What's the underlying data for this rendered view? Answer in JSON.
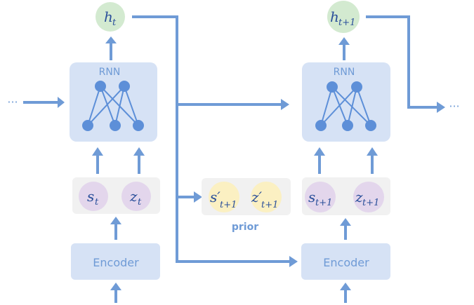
{
  "left_cell": {
    "hidden": {
      "base": "h",
      "sub": "t"
    },
    "rnn_label": "RNN",
    "state_s": {
      "base": "s",
      "sub": "t"
    },
    "state_z": {
      "base": "z",
      "sub": "t"
    },
    "encoder_label": "Encoder",
    "input_ellipsis": "···"
  },
  "prior": {
    "s": {
      "base": "s′",
      "sub": "t+1"
    },
    "z": {
      "base": "z′",
      "sub": "t+1"
    },
    "label": "prior"
  },
  "right_cell": {
    "hidden": {
      "base": "h",
      "sub": "t+1"
    },
    "rnn_label": "RNN",
    "state_s": {
      "base": "s",
      "sub": "t+1"
    },
    "state_z": {
      "base": "z",
      "sub": "t+1"
    },
    "encoder_label": "Encoder",
    "output_ellipsis": "···"
  },
  "colors": {
    "arrow": "#6f9bd6",
    "box_fill": "#d6e2f5",
    "node": "#5d8fd8",
    "hidden_fill": "#d3ead0",
    "latent_fill": "#e3d6ec",
    "prior_fill": "#fbf0c2",
    "panel_fill": "#f1f1f1",
    "text_blue": "#2a4f9a",
    "label_blue": "#6f9bd6"
  }
}
